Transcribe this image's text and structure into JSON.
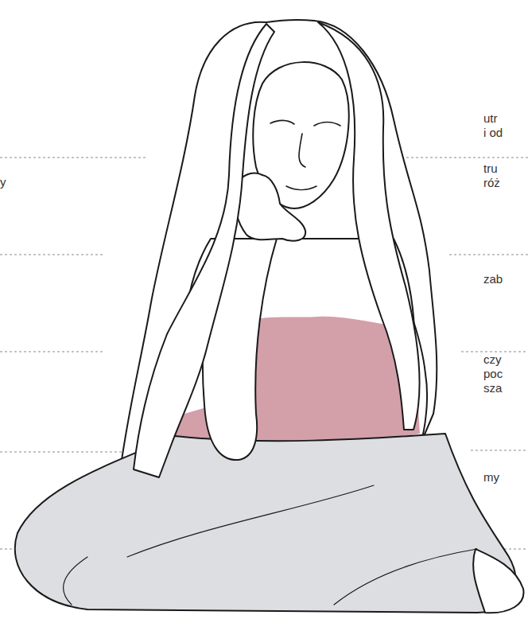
{
  "diagram": {
    "labels": [
      "y",
      "utr i od",
      "tru róż",
      "zab",
      "czy poc sza",
      "my"
    ]
  }
}
